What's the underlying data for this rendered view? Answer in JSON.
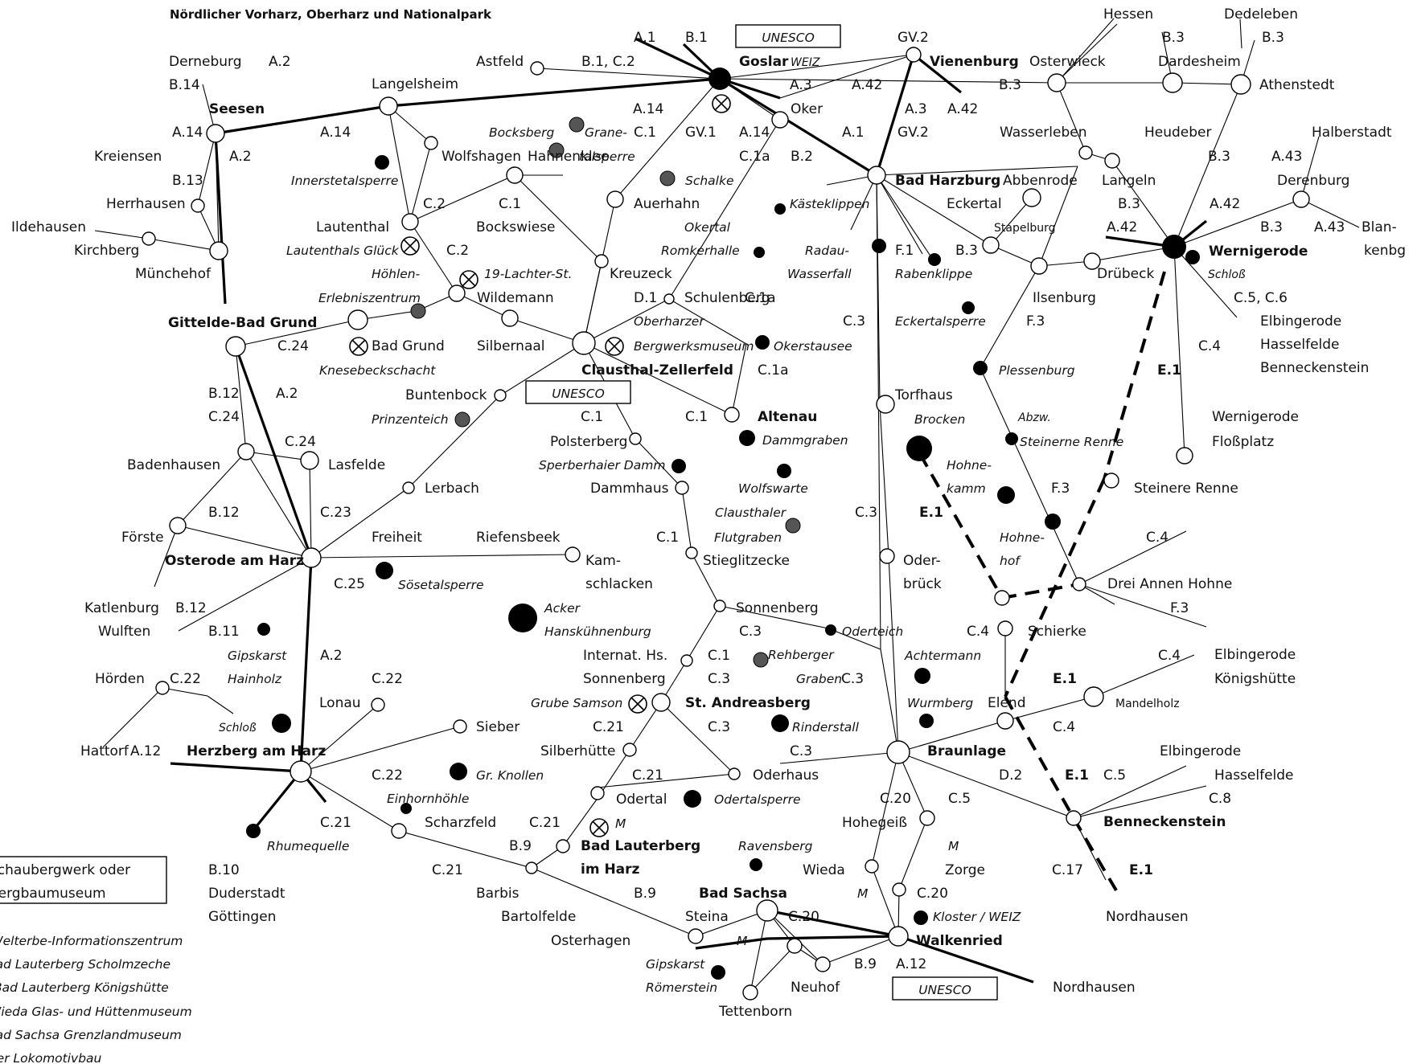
{
  "title": "Nördlicher Vorharz, Oberharz und Nationalpark",
  "towns": {
    "goslar": "Goslar",
    "weiz": "WEIZ",
    "vienenburg": "Vienenburg",
    "seesen": "Seesen",
    "bad_harzburg": "Bad Harzburg",
    "wernigerode": "Wernigerode",
    "gittelde": "Gittelde-Bad Grund",
    "clausthal": "Clausthal-Zellerfeld",
    "altenau": "Altenau",
    "osterode": "Osterode am Harz",
    "herzberg": "Herzberg am Harz",
    "st_andreasberg": "St. Andreasberg",
    "braunlage": "Braunlage",
    "bad_lauterberg_1": "Bad Lauterberg",
    "bad_lauterberg_2": "im Harz",
    "bad_sachsa": "Bad Sachsa",
    "walkenried": "Walkenried",
    "benneckenstein": "Benneckenstein"
  },
  "places": {
    "derneburg": "Derneburg",
    "langelsheim": "Langelsheim",
    "astfeld": "Astfeld",
    "oker": "Oker",
    "hessen": "Hessen",
    "dedeleben": "Dedeleben",
    "osterwieck": "Osterwieck",
    "dardesheim": "Dardesheim",
    "athenstedt": "Athenstedt",
    "kreiensen": "Kreiensen",
    "wolfshagen": "Wolfshagen",
    "hahnenklee": "Hahnenklee",
    "herrhausen": "Herrhausen",
    "ildehausen": "Ildehausen",
    "kirchberg": "Kirchberg",
    "lautenthal": "Lautenthal",
    "bockswiese": "Bockswiese",
    "auerhahn": "Auerhahn",
    "muenchehof": "Münchehof",
    "kreuzeck": "Kreuzeck",
    "wildemann": "Wildemann",
    "schulenberg": "Schulenberg",
    "silbernaal": "Silbernaal",
    "bad_grund": "Bad Grund",
    "buntenbock": "Buntenbock",
    "badenhausen": "Badenhausen",
    "lasfelde": "Lasfelde",
    "lerbach": "Lerbach",
    "foerste": "Förste",
    "freiheit": "Freiheit",
    "riefensbeek": "Riefensbeek",
    "kam": "Kam-",
    "schlacken": "schlacken",
    "katlenburg": "Katlenburg",
    "wulften": "Wulften",
    "hoerden": "Hörden",
    "hattorf": "Hattorf",
    "lonau": "Lonau",
    "sieber": "Sieber",
    "wasserleben": "Wasserleben",
    "heudeber": "Heudeber",
    "halberstadt": "Halberstadt",
    "abbenrode": "Abbenrode",
    "langeln": "Langeln",
    "derenburg": "Derenburg",
    "eckertal": "Eckertal",
    "stapelburg": "Stapelburg",
    "blan": "Blan-",
    "kenbg": "kenbg",
    "ilsenburg": "Ilsenburg",
    "druebeck": "Drübeck",
    "elbingerode": "Elbingerode",
    "hasselfelde": "Hasselfelde",
    "benneckenstein_w": "Benneckenstein",
    "torfhaus": "Torfhaus",
    "polsterberg": "Polsterberg",
    "dammhaus": "Dammhaus",
    "stieglitzecke": "Stieglitzecke",
    "sonnenberg": "Sonnenberg",
    "wernigerode_f1": "Wernigerode",
    "wernigerode_f2": "Floßplatz",
    "steinere_renne": "Steinere Renne",
    "drei_annen": "Drei Annen Hohne",
    "oder1": "Oder-",
    "oder2": "brück",
    "schierke": "Schierke",
    "elbing_k1": "Elbingerode",
    "elbing_k2": "Königshütte",
    "elend": "Elend",
    "mandelholz": "Mandelholz",
    "internat1": "Internat. Hs.",
    "internat2": "Sonnenberg",
    "silberhuette": "Silberhütte",
    "oderhaus": "Oderhaus",
    "odertal": "Odertal",
    "scharzfeld": "Scharzfeld",
    "hohegeiss": "Hohegeiß",
    "zorge": "Zorge",
    "wieda": "Wieda",
    "elb_s1": "Elbingerode",
    "hass_s1": "Hasselfelde",
    "nordhausen1": "Nordhausen",
    "nordhausen2": "Nordhausen",
    "barbis": "Barbis",
    "bartolfelde": "Bartolfelde",
    "osterhagen": "Osterhagen",
    "steina": "Steina",
    "neuhof": "Neuhof",
    "tettenborn": "Tettenborn",
    "duderstadt": "Duderstadt",
    "goettingen": "Göttingen"
  },
  "routes": {
    "a1a": "A.1",
    "b1a": "B.1",
    "a2a": "A.2",
    "gv2a": "GV.2",
    "b14": "B.14",
    "b1c2": "B.1, C.2",
    "b3a": "B.3",
    "b3b": "B.3",
    "b3c": "B.3",
    "a3a": "A.3",
    "a42a": "A.42",
    "a14a": "A.14",
    "a14b": "A.14",
    "a14c": "A.14",
    "a14d": "A.14",
    "c1a": "C.1",
    "gv1": "GV.1",
    "a1b": "A.1",
    "a3b": "A.3",
    "a42b": "A.42",
    "gv2b": "GV.2",
    "a2b": "A.2",
    "b13": "B.13",
    "c1b": "C.1a",
    "b2": "B.2",
    "b3d": "B.3",
    "a43a": "A.43",
    "c2a": "C.2",
    "c1c": "C.1",
    "a42c": "A.42",
    "b3e": "B.3",
    "a42d": "A.42",
    "b3f": "B.3",
    "a43b": "A.43",
    "c2b": "C.2",
    "b3g": "B.3",
    "f1": "F.1",
    "c1d": "C.1a",
    "d1": "D.1",
    "f3a": "F.3",
    "c56": "C.5, C.6",
    "c3a": "C.3",
    "c24a": "C.24",
    "c4a": "C.4",
    "c1e": "C.1a",
    "e1a": "E.1",
    "b12a": "B.12",
    "a2c": "A.2",
    "c24b": "C.24",
    "c1f": "C.1",
    "c1g": "C.1",
    "c24c": "C.24",
    "f3b": "F.3",
    "c23": "C.23",
    "b12b": "B.12",
    "c3b": "C.3",
    "e1b": "E.1",
    "c1h": "C.1",
    "c4b": "C.4",
    "c25": "C.25",
    "b12c": "B.12",
    "f3c": "F.3",
    "b11": "B.11",
    "c3c": "C.3",
    "c4c": "C.4",
    "a2d": "A.2",
    "c1i": "C.1",
    "c4d": "C.4",
    "c22a": "C.22",
    "c22b": "C.22",
    "c3d": "C.3",
    "c3e": "C.3",
    "e1c": "E.1",
    "c21a": "C.21",
    "c3f": "C.3",
    "c4e": "C.4",
    "a12a": "A.12",
    "c3g": "C.3",
    "c22c": "C.22",
    "c21b": "C.21",
    "d2": "D.2",
    "e1d": "E.1",
    "c5a": "C.5",
    "c8": "C.8",
    "c20a": "C.20",
    "c5b": "C.5",
    "c21c": "C.21",
    "c21d": "C.21",
    "m1": "M",
    "b9a": "B.9",
    "c21e": "C.21",
    "m2": "M",
    "c17": "C.17",
    "e1e": "E.1",
    "b9b": "B.9",
    "c20b": "C.20",
    "m3": "M",
    "c20c": "C.20",
    "m4": "M",
    "b9c": "B.9",
    "a12b": "A.12",
    "b10": "B.10"
  },
  "sights": {
    "bocksberg": "Bocksberg",
    "grane1": "Grane-",
    "grane2": "talsperre",
    "schalke": "Schalke",
    "innerste": "Innerstetalsperre",
    "kaesteklippen": "Kästeklippen",
    "okertal": "Okertal",
    "romkerhalle": "Romkerhalle",
    "radau1": "Radau-",
    "radau2": "Wasserfall",
    "rabenklippe": "Rabenklippe",
    "lautenthals": "Lautenthals Glück",
    "hoehlen1": "Höhlen-",
    "hoehlen2": "Erlebniszentrum",
    "lachter": "19-Lachter-St.",
    "eckertalsperre": "Eckertalsperre",
    "schloss_w": "Schloß",
    "oberharzer": "Oberharzer",
    "bergwerksmuseum": "Bergwerksmuseum",
    "okerstausee": "Okerstausee",
    "knesebeck": "Knesebeckschacht",
    "plessenburg": "Plessenburg",
    "prinzenteich": "Prinzenteich",
    "brocken": "Brocken",
    "abzw1": "Abzw.",
    "abzw2": "Steinerne Renne",
    "dammgraben": "Dammgraben",
    "sperberhaier": "Sperberhaier Damm",
    "wolfswarte": "Wolfswarte",
    "hohne1": "Hohne-",
    "hohne2": "kamm",
    "clausthaler": "Clausthaler",
    "flutgraben": "Flutgraben",
    "hohnehof1": "Hohne-",
    "hohnehof2": "hof",
    "soesetal": "Sösetalsperre",
    "acker": "Acker",
    "hanskuehnen": "Hanskühnenburg",
    "oderteich": "Oderteich",
    "gipskarst1": "Gipskarst",
    "gipskarst2": "Hainholz",
    "achtermann": "Achtermann",
    "rehberger1": "Rehberger",
    "rehberger2": "Graben",
    "grube_samson": "Grube Samson",
    "wurmberg": "Wurmberg",
    "schloss_h": "Schloß",
    "rinderstall": "Rinderstall",
    "knollen": "Gr. Knollen",
    "einhorn": "Einhornhöhle",
    "odertalsperre": "Odertalsperre",
    "m_sym": "M",
    "rhume": "Rhumequelle",
    "ravensberg": "Ravensberg",
    "kloster": "Kloster / WEIZ",
    "roemer1": "Gipskarst",
    "roemer2": "Römerstein"
  },
  "unesco_label": "UNESCO",
  "legend": {
    "box_line1": "Schaubergwerk oder",
    "box_line2": "Bergbaumuseum",
    "items": [
      "M  Welterbe-Informationszentrum",
      "Bad Lauterberg Scholmzeche",
      "Bad Lauterberg Königshütte",
      "Wieda Glas- und Hüttenmuseum",
      "Bad Sachsa Grenzlandmuseum",
      "Harzer Lokomotivbau"
    ]
  }
}
